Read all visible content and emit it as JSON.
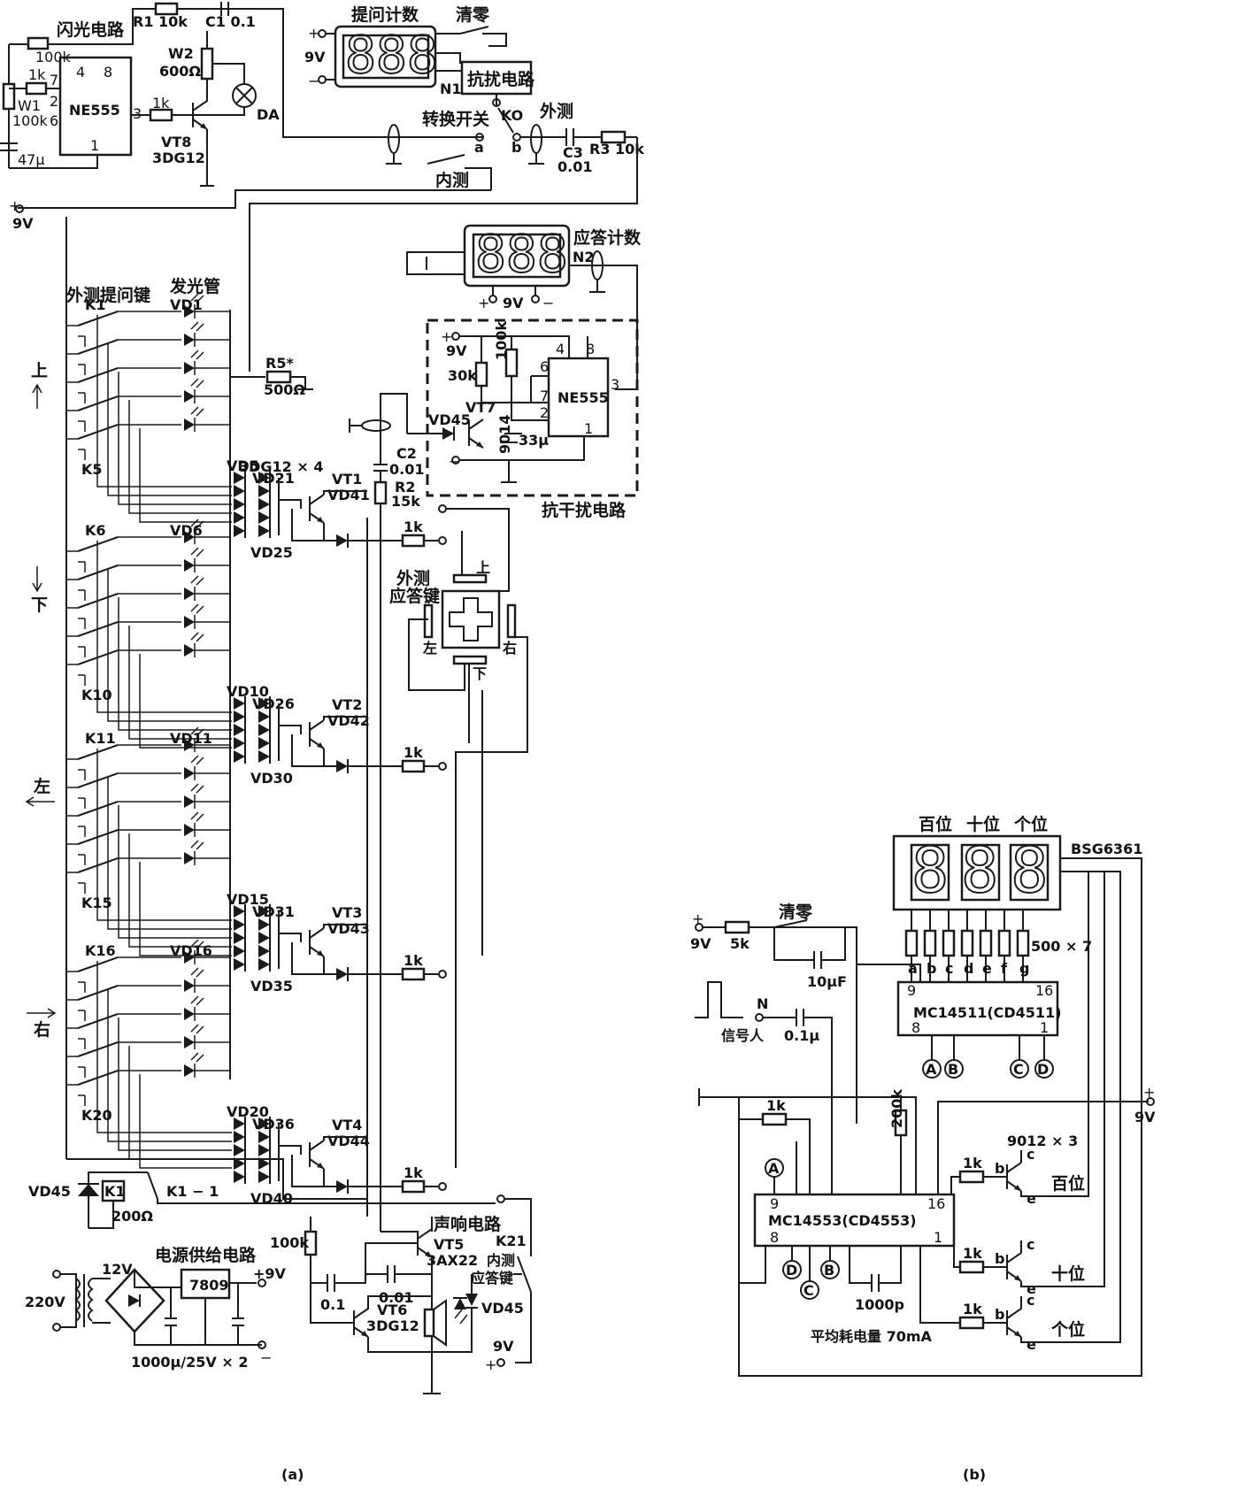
{
  "diagram_a": {
    "caption": "(a)",
    "flash": {
      "title": "闪光电路",
      "ic": "NE555",
      "r_100k": "100k",
      "r_1k": "1k",
      "w1": "W1",
      "w1_val": "100k",
      "c_47": "47μ",
      "r1": "R1 10k",
      "c1": "C1 0.1",
      "w2": "W2",
      "w2_val": "600Ω",
      "da": "DA",
      "r_1k_b": "1k",
      "vt8": "VT8",
      "vt8_type": "3DG12",
      "pins": [
        "4",
        "8",
        "7",
        "2",
        "6",
        "3",
        "1"
      ]
    },
    "ask_counter": {
      "title": "提问计数",
      "digits": "888",
      "clear": "清零",
      "v9": "9V",
      "plus": "+",
      "minus": "−",
      "n1": "N1",
      "anti": "抗扰电路"
    },
    "switch": {
      "label": "转换开关",
      "ko": "KO",
      "a": "a",
      "b": "b",
      "external": "外测",
      "internal": "内测",
      "c3": "C3",
      "c3_val": "0.01",
      "r3": "R3 10k"
    },
    "supply_left": {
      "plus": "+",
      "v9": "9V"
    },
    "answer_counter": {
      "title": "应答计数",
      "digits": "888",
      "n2": "N2",
      "plus": "+",
      "v9": "9V",
      "minus": "−"
    },
    "anti_interference": {
      "title": "抗干扰电路",
      "plus": "+",
      "v9": "9V",
      "minus": "−",
      "ic": "NE555",
      "r30": "30k",
      "r100": "100k",
      "vt7": "VT7",
      "vt7_type": "9014",
      "c33": "33μ",
      "vd45": "VD45",
      "pins": [
        "4",
        "8",
        "6",
        "7",
        "2",
        "3",
        "1"
      ]
    },
    "keys_header": "外测提问键",
    "led_header": "发光管",
    "r5": "R5*",
    "r5_val": "500Ω",
    "c2": "C2",
    "c2_val": "0.01",
    "r2": "R2",
    "r2_val": "15k",
    "transistors_note": "3DG12 × 4",
    "directions": [
      "上",
      "下",
      "左",
      "右"
    ],
    "groups": [
      {
        "k_top": "K1",
        "k_bot": "K5",
        "vd_top": "VD1",
        "vd_mid": "VD5",
        "vd_a": "VD21",
        "vd_b": "VD25",
        "vt": "VT1",
        "vd_vt": "VD41",
        "r": "1k"
      },
      {
        "k_top": "K6",
        "k_bot": "K10",
        "vd_top": "VD6",
        "vd_mid": "VD10",
        "vd_a": "VD26",
        "vd_b": "VD30",
        "vt": "VT2",
        "vd_vt": "VD42",
        "r": "1k"
      },
      {
        "k_top": "K11",
        "k_bot": "K15",
        "vd_top": "VD11",
        "vd_mid": "VD15",
        "vd_a": "VD31",
        "vd_b": "VD35",
        "vt": "VT3",
        "vd_vt": "VD43",
        "r": "1k"
      },
      {
        "k_top": "K16",
        "k_bot": "K20",
        "vd_top": "VD16",
        "vd_mid": "VD20",
        "vd_a": "VD36",
        "vd_b": "VD40",
        "vt": "VT4",
        "vd_vt": "VD44",
        "r": "1k"
      }
    ],
    "answer_key": {
      "title_1": "外测",
      "title_2": "应答键",
      "up": "上",
      "down": "下",
      "left": "左",
      "right": "右"
    },
    "relay": {
      "vd45": "VD45",
      "k1": "K1",
      "r": "200Ω",
      "contact": "K1 − 1"
    },
    "sound": {
      "title": "声响电路",
      "vt5": "VT5",
      "vt5_type": "3AX22",
      "internal_key": "内测",
      "answer_key": "应答键",
      "k21": "K21",
      "r100k": "100k",
      "c01": "0.01",
      "c1": "0.1",
      "vt6": "VT6",
      "vt6_type": "3DG12",
      "vd45": "VD45",
      "v9": "9V",
      "plus": "+"
    },
    "power": {
      "title": "电源供给电路",
      "ac": "220V",
      "v12": "12V",
      "reg": "7809",
      "out": "+9V",
      "caps": "1000μ/25V × 2",
      "minus": "−"
    }
  },
  "diagram_b": {
    "caption": "(b)",
    "display": {
      "model": "BSG6361",
      "labels": [
        "百位",
        "十位",
        "个位"
      ],
      "digits": "888"
    },
    "resistors": "500 × 7",
    "segments": [
      "a",
      "b",
      "c",
      "d",
      "e",
      "f",
      "g"
    ],
    "decoder": {
      "name": "MC14511(CD4511)",
      "pins": [
        "9",
        "16",
        "8",
        "1"
      ]
    },
    "supply": {
      "plus": "+",
      "v9": "9V",
      "r": "5k",
      "clear": "清零",
      "cap": "10μF"
    },
    "input": {
      "n": "N",
      "label": "信号人",
      "cap": "0.1μ"
    },
    "counter": {
      "name": "MC14553(CD4553)",
      "pins": [
        "9",
        "16",
        "8",
        "1"
      ],
      "cap": "1000p"
    },
    "r1k": "1k",
    "r200k": "200k",
    "nodes": [
      "A",
      "B",
      "C",
      "D"
    ],
    "transistors": "9012 × 3",
    "digit_labels": [
      "百位",
      "十位",
      "个位"
    ],
    "tr_pins": [
      "c",
      "b",
      "e"
    ],
    "right_supply": {
      "plus": "+",
      "v9": "9V"
    },
    "consumption": "平均耗电量 70mA"
  }
}
